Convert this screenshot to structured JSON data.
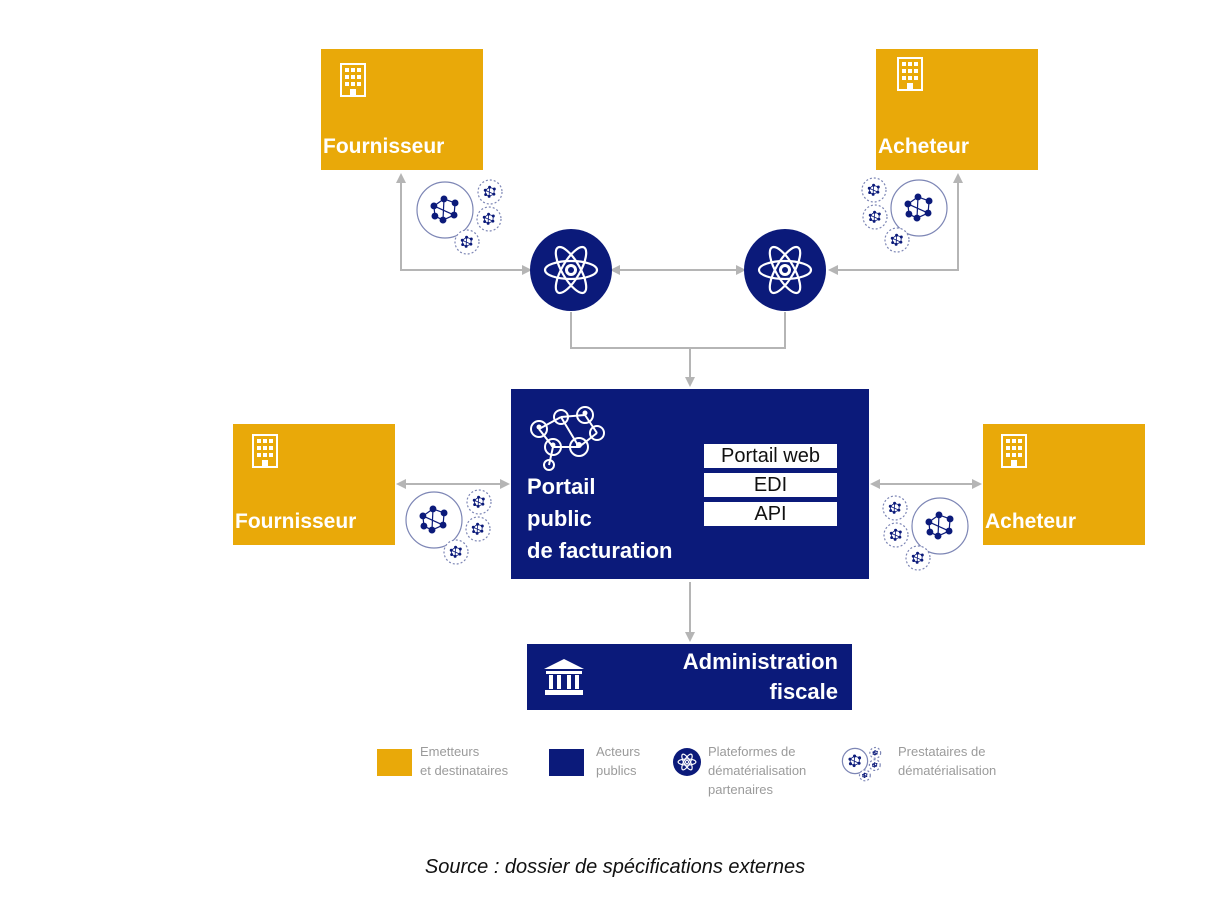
{
  "actors": {
    "fournisseur_top": "Fournisseur",
    "acheteur_top": "Acheteur",
    "fournisseur_bottom": "Fournisseur",
    "acheteur_bottom": "Acheteur"
  },
  "portal": {
    "title_lines": [
      "Portail",
      "public",
      "de facturation"
    ],
    "channels": [
      "Portail web",
      "EDI",
      "API"
    ]
  },
  "administration": {
    "lines": [
      "Administration",
      "fiscale"
    ]
  },
  "legend": {
    "emetteurs": [
      "Emetteurs",
      "et destinataires"
    ],
    "acteurs": [
      "Acteurs",
      "publics"
    ],
    "plateformes": [
      "Plateformes de",
      "dématérialisation",
      "partenaires"
    ],
    "prestataires": [
      "Prestataires de",
      "dématérialisation"
    ]
  },
  "source": "Source : dossier de spécifications externes",
  "colors": {
    "yellow": "#e9a909",
    "navy": "#0b1a7a",
    "arrow": "#b5b5b5",
    "legend_text": "#9b9b9b"
  },
  "icons": [
    "building-icon",
    "atom-platform-icon",
    "network-cluster-icon",
    "network-icon",
    "government-building-icon"
  ]
}
